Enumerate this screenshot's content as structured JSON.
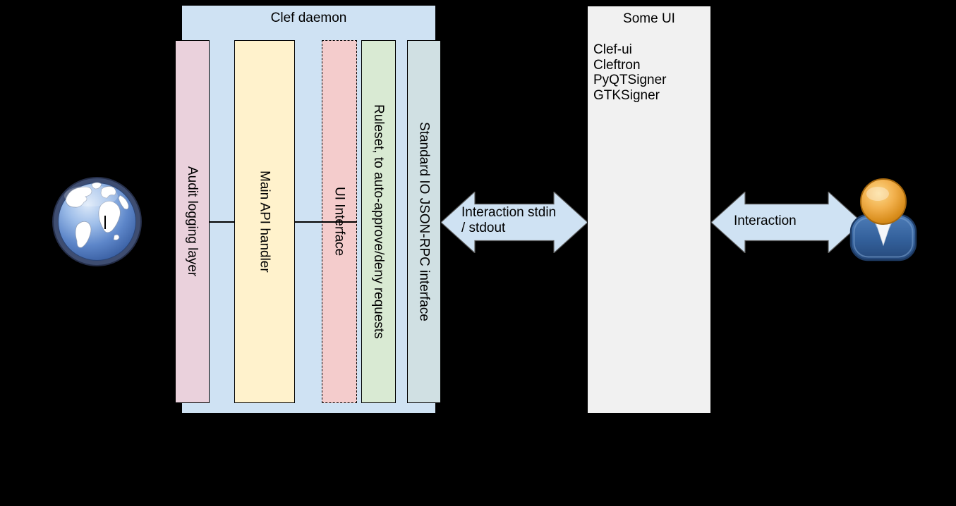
{
  "canvas": {
    "background": "#000000"
  },
  "clef_daemon": {
    "title": "Clef daemon",
    "fill": "#cfe2f3",
    "layers": [
      {
        "label": "Audit logging layer",
        "fill": "#ead1dc",
        "border_style": "solid"
      },
      {
        "label": "Main API handler",
        "fill": "#fff2cc",
        "border_style": "solid"
      },
      {
        "label": "UI Interface",
        "fill": "#f4cccc",
        "border_style": "dashed"
      },
      {
        "label": "Ruleset, to auto-approve/deny requests",
        "fill": "#d9ead3",
        "border_style": "solid"
      },
      {
        "label": "Standard IO JSON-RPC interface",
        "fill": "#d0e0e3",
        "border_style": "solid"
      }
    ]
  },
  "some_ui": {
    "title": "Some UI",
    "fill": "#f1f1f1",
    "items": [
      "Clef-ui",
      "Cleftron",
      "PyQTSigner",
      "GTKSigner"
    ]
  },
  "arrows": {
    "stdio": {
      "fill": "#cfe2f3",
      "label_line1": "Interaction stdin",
      "label_line2": "/ stdout"
    },
    "user": {
      "fill": "#cfe2f3",
      "label": "Interaction"
    }
  },
  "icons": {
    "left": "globe-icon",
    "right": "user-icon"
  }
}
